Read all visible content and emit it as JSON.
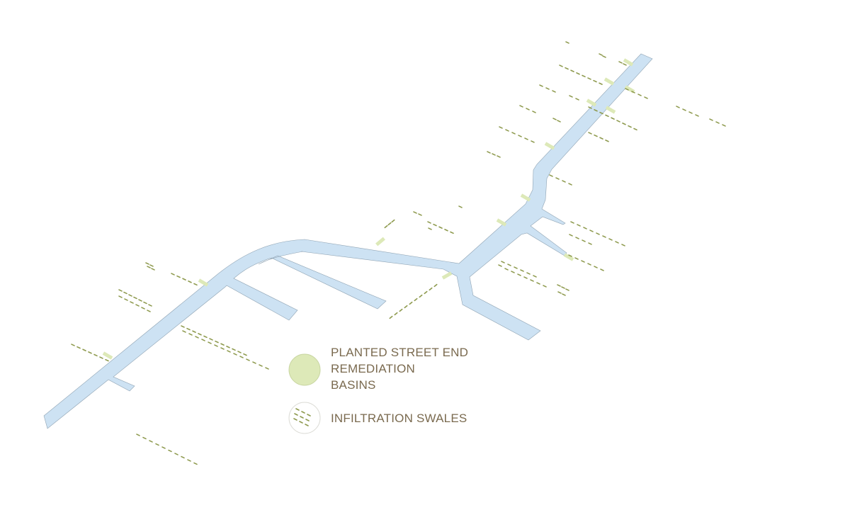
{
  "colors": {
    "water": "#cde2f3",
    "water_edge": "#8fa3b3",
    "basin": "#dde9b8",
    "basin_edge": "#c9d6a2",
    "swale": "#8e9a4e",
    "legend_text": "#7a6a4f",
    "legend_ring": "#dcdcd6"
  },
  "legend": {
    "basins_line1": "PLANTED STREET END",
    "basins_line2": "REMEDIATION",
    "basins_line3": "BASINS",
    "swales_label": "INFILTRATION SWALES"
  },
  "icons": {
    "basin_symbol": "basin-circle-icon",
    "swale_symbol": "swale-dashes-icon"
  }
}
